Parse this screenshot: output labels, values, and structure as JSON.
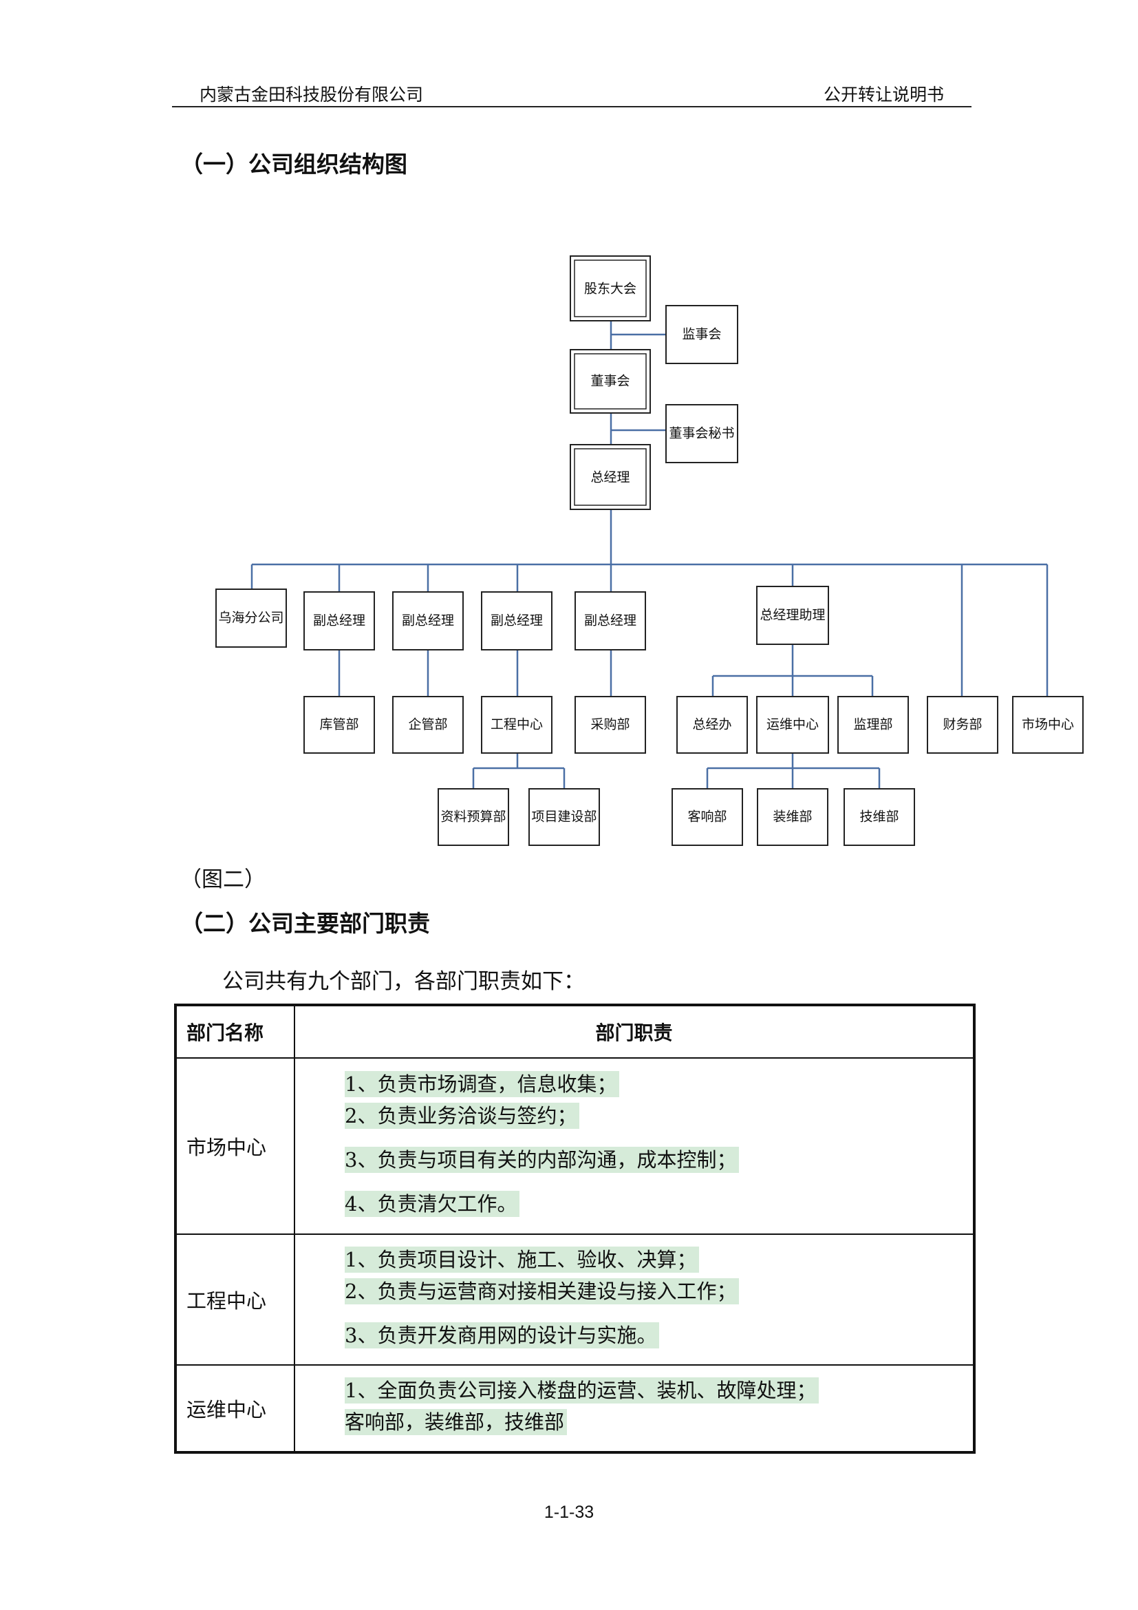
{
  "header": {
    "company": "内蒙古金田科技股份有限公司",
    "doc_type": "公开转让说明书"
  },
  "section1_title": "（一）公司组织结构图",
  "org": {
    "shareholders": "股东大会",
    "supervisors": "监事会",
    "board": "董事会",
    "board_secretary": "董事会秘书",
    "gm": "总经理",
    "branch": "乌海分公司",
    "vgm": "副总经理",
    "gm_assistant": "总经理助理",
    "warehouse": "库管部",
    "enterprise": "企管部",
    "engineering": "工程中心",
    "purchasing": "采购部",
    "gm_office": "总经办",
    "ops": "运维中心",
    "supervision": "监理部",
    "finance": "财务部",
    "market": "市场中心",
    "budget": "资料预算部",
    "construction": "项目建设部",
    "customer": "客响部",
    "installation": "装维部",
    "tech": "技维部"
  },
  "figure_caption": "（图二）",
  "section2_title": "（二）公司主要部门职责",
  "intro": "公司共有九个部门，各部门职责如下：",
  "table": {
    "headers": [
      "部门名称",
      "部门职责"
    ],
    "rows": [
      {
        "name": "市场中心",
        "items": [
          "1、负责市场调查，信息收集；",
          "2、负责业务洽谈与签约；",
          "3、负责与项目有关的内部沟通，成本控制；",
          "4、负责清欠工作。"
        ]
      },
      {
        "name": "工程中心",
        "items": [
          "1、负责项目设计、施工、验收、决算；",
          "2、负责与运营商对接相关建设与接入工作；",
          "3、负责开发商用网的设计与实施。"
        ]
      },
      {
        "name": "运维中心",
        "items": [
          "1、全面负责公司接入楼盘的运营、装机、故障处理；",
          "客响部，装维部，技维部"
        ]
      }
    ]
  },
  "page_number": "1-1-33",
  "colors": {
    "connector": "#4a6fa5",
    "highlight": "#d6ebd9"
  }
}
